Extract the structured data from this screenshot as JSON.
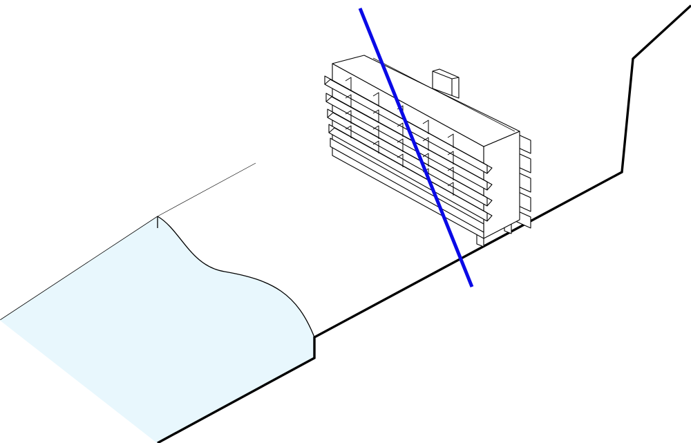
{
  "diagram": {
    "kind": "axonometric-site-section",
    "elements": [
      "ground-profile-line",
      "water-body",
      "slab-building",
      "section-cut-line"
    ],
    "colors": {
      "background": "#ffffff",
      "water": "#e8f7fd",
      "outline": "#000000",
      "section_line": "#0a0ae6"
    }
  }
}
